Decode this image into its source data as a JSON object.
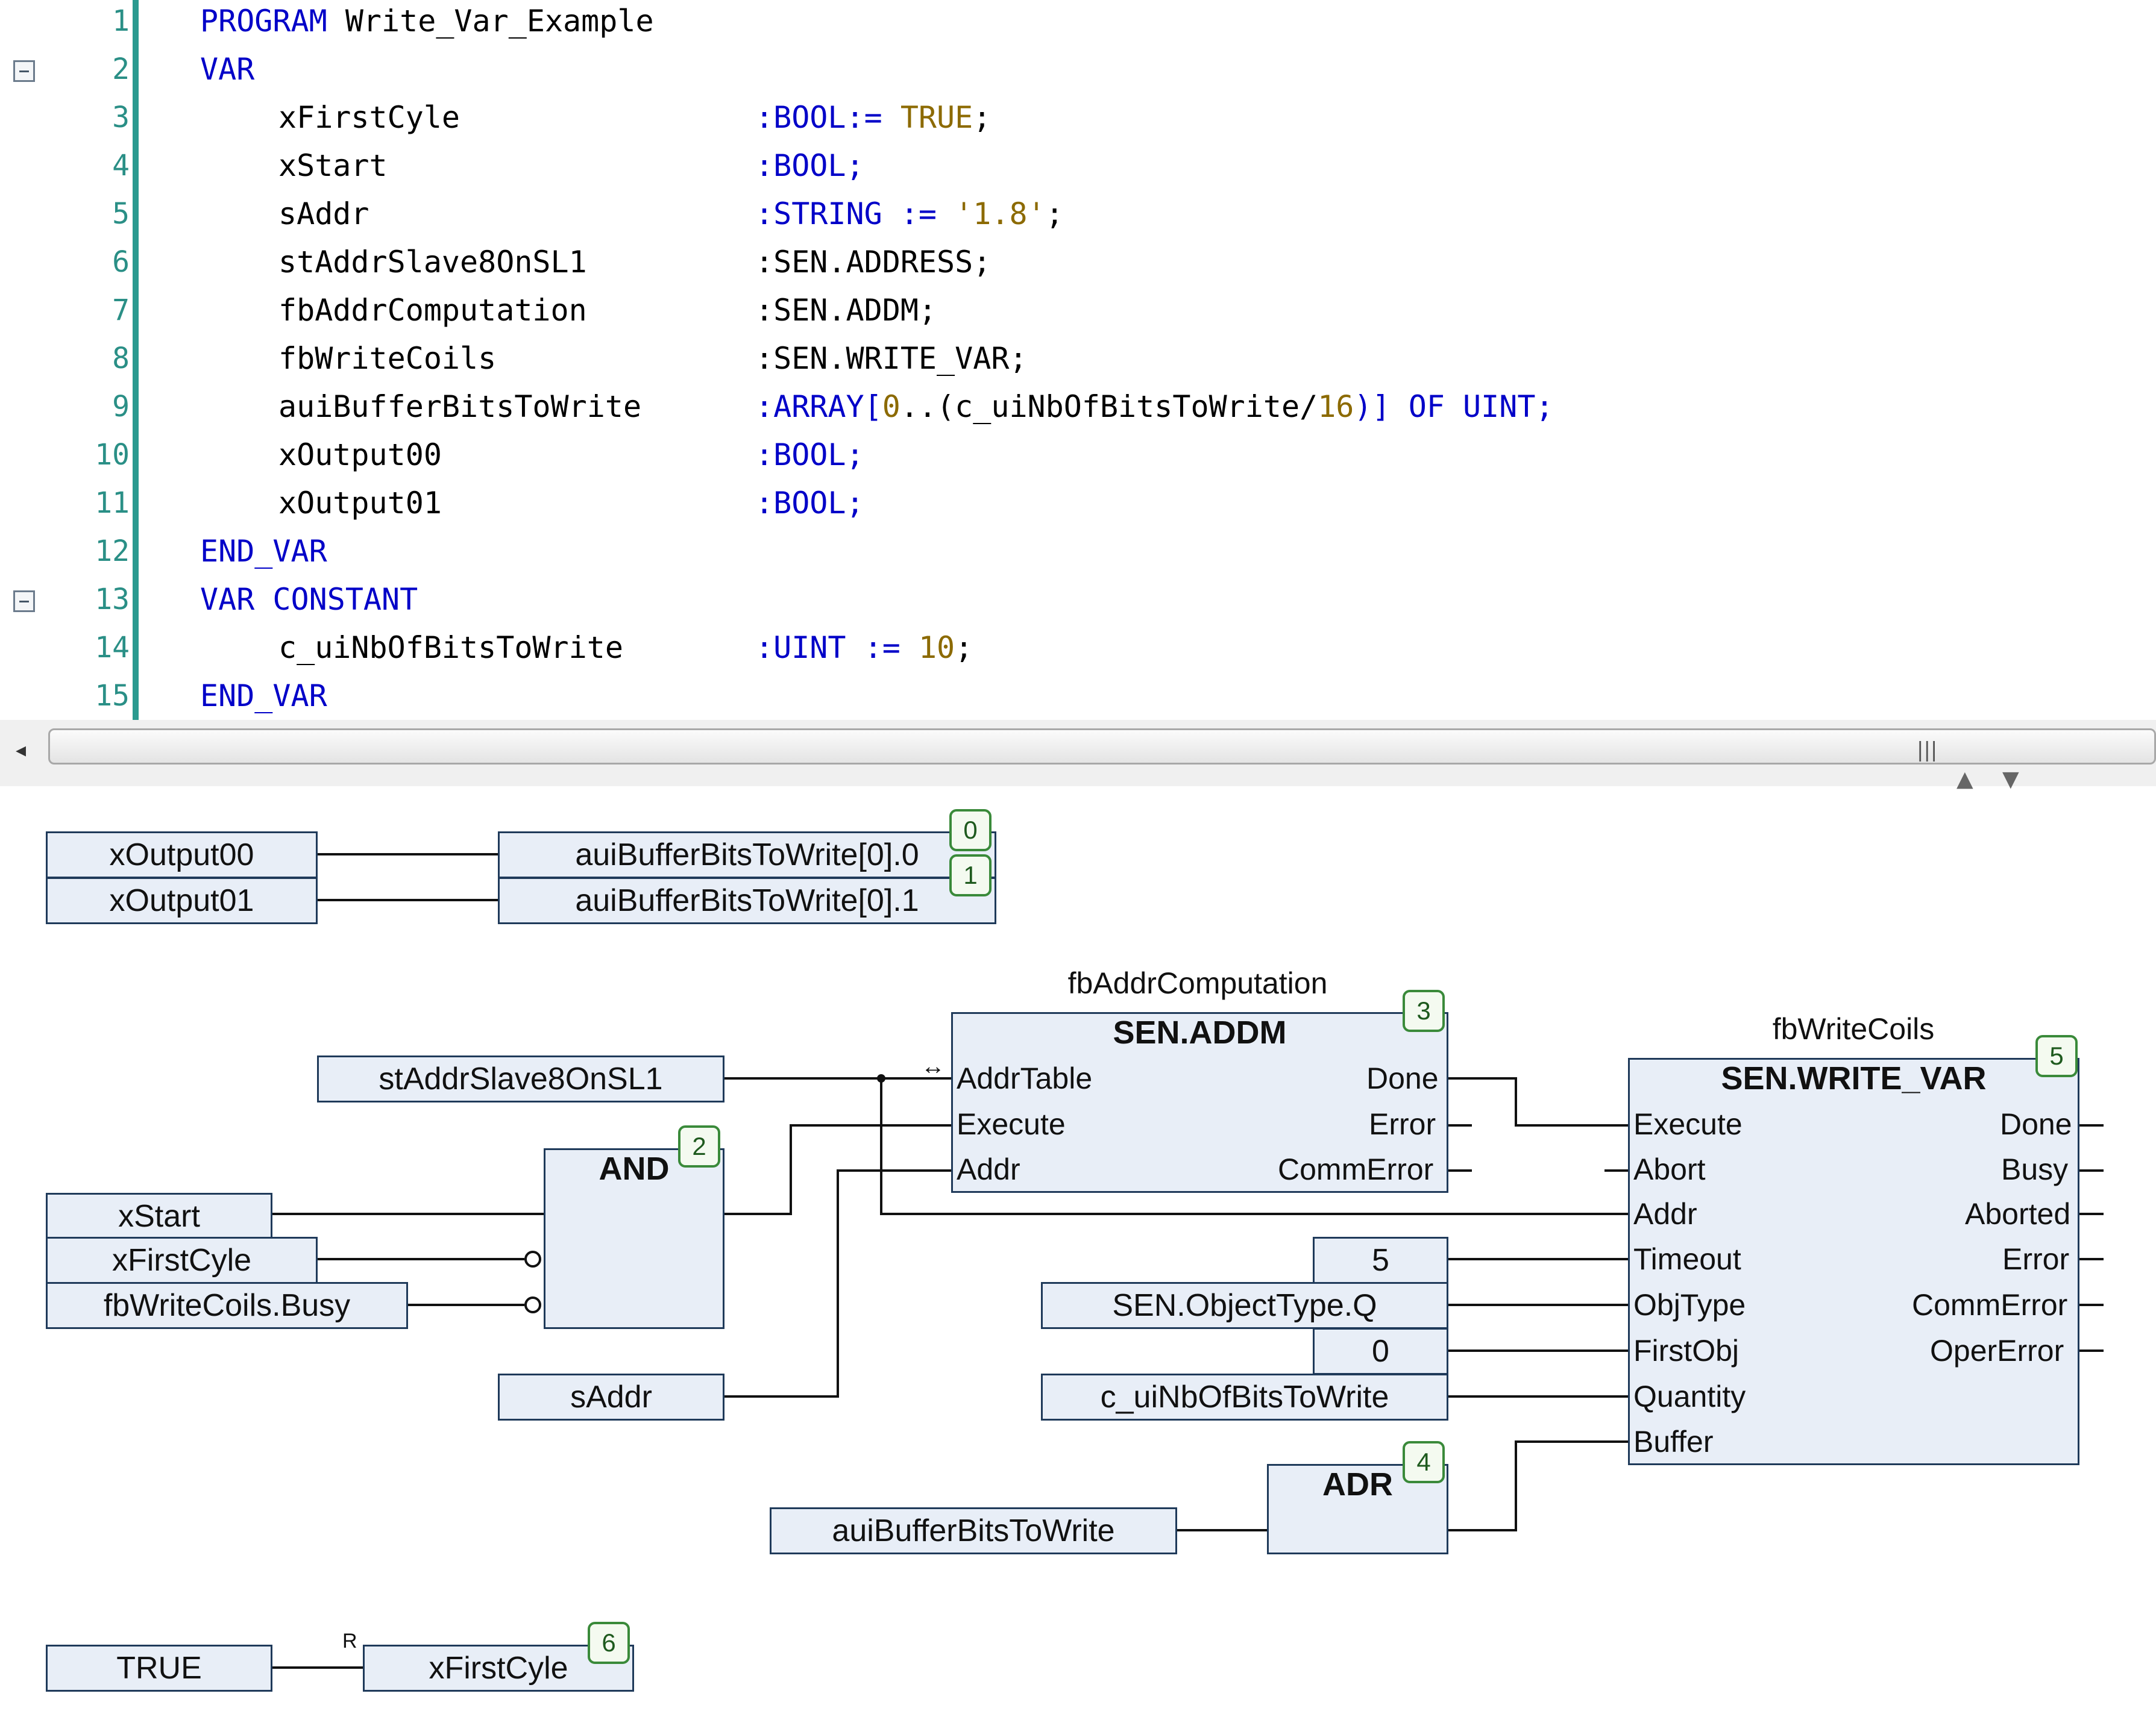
{
  "editor": {
    "line_numbers": [
      "1",
      "2",
      "3",
      "4",
      "5",
      "6",
      "7",
      "8",
      "9",
      "10",
      "11",
      "12",
      "13",
      "14",
      "15"
    ],
    "code": {
      "l1": {
        "kw": "PROGRAM",
        "name": " Write_Var_Example"
      },
      "l2": {
        "kw": "VAR"
      },
      "l3": {
        "name": "xFirstCyle",
        "type": ":BOOL:=",
        "value": "TRUE",
        "end": ";"
      },
      "l4": {
        "name": "xStart",
        "type": ":BOOL;"
      },
      "l5": {
        "name": "sAddr",
        "type": ":STRING :=",
        "value": "'1.8'",
        "end": ";"
      },
      "l6": {
        "name": "stAddrSlave8OnSL1",
        "type": ":SEN.ADDRESS;"
      },
      "l7": {
        "name": "fbAddrComputation",
        "type": ":SEN.ADDM;"
      },
      "l8": {
        "name": "fbWriteCoils",
        "type": ":SEN.WRITE_VAR;"
      },
      "l9": {
        "name": "auiBufferBitsToWrite",
        "type_a": ":ARRAY[",
        "v0": "0",
        "type_b": "..(c_uiNbOfBitsToWrite/",
        "v16": "16",
        "type_c": ")]",
        "of": " OF UINT;"
      },
      "l10": {
        "name": "xOutput00",
        "type": ":BOOL;"
      },
      "l11": {
        "name": "xOutput01",
        "type": ":BOOL;"
      },
      "l12": {
        "kw": "END_VAR"
      },
      "l13": {
        "kw": "VAR CONSTANT"
      },
      "l14": {
        "name": "c_uiNbOfBitsToWrite",
        "type": ":UINT :=",
        "value": "10",
        "end": ";"
      },
      "l15": {
        "kw": "END_VAR"
      }
    }
  },
  "scrollbar": {
    "left_arrow": "◂",
    "grip": "|||",
    "pane_up": "▲",
    "pane_down": "▼"
  },
  "network0": {
    "input1": "xOutput00",
    "output1": "auiBufferBitsToWrite[0].0",
    "badge1": "0",
    "input2": "xOutput01",
    "output2": "auiBufferBitsToWrite[0].1",
    "badge2": "1"
  },
  "addm": {
    "instance": "fbAddrComputation",
    "type": "SEN.ADDM",
    "badge": "3",
    "inputs": [
      "AddrTable",
      "Execute",
      "Addr"
    ],
    "outputs": [
      "Done",
      "Error",
      "CommError"
    ],
    "ref_symbol": "↔"
  },
  "and_block": {
    "type": "AND",
    "badge": "2"
  },
  "write_var": {
    "instance": "fbWriteCoils",
    "type": "SEN.WRITE_VAR",
    "badge": "5",
    "inputs": [
      "Execute",
      "Abort",
      "Addr",
      "Timeout",
      "ObjType",
      "FirstObj",
      "Quantity",
      "Buffer"
    ],
    "outputs": [
      "Done",
      "Busy",
      "Aborted",
      "Error",
      "CommError",
      "OperError"
    ]
  },
  "adr_block": {
    "type": "ADR",
    "badge": "4"
  },
  "vars": {
    "stAddrSlave8OnSL1": "stAddrSlave8OnSL1",
    "xStart": "xStart",
    "xFirstCyle": "xFirstCyle",
    "busy": "fbWriteCoils.Busy",
    "sAddr": "sAddr",
    "timeout": "5",
    "objtype": "SEN.ObjectType.Q",
    "firstobj": "0",
    "quantity": "c_uiNbOfBitsToWrite",
    "buffer": "auiBufferBitsToWrite"
  },
  "reset_network": {
    "input": "TRUE",
    "coil_label": "R",
    "output": "xFirstCyle",
    "badge": "6"
  },
  "colors": {
    "keyword": "#0000c8",
    "literal": "#8c6a00",
    "line_number": "#2a8f86",
    "box_fill": "#e8eef7",
    "box_border": "#1f3a5a",
    "badge_border": "#3a8a3a"
  }
}
